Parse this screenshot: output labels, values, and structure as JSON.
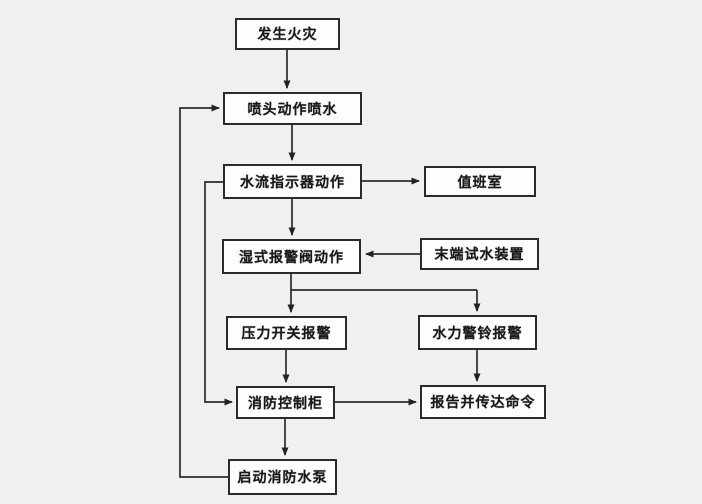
{
  "diagram": {
    "type": "flowchart",
    "language": "zh-CN",
    "topic": "wet-pipe sprinkler fire system action sequence"
  },
  "nodes": {
    "fire": {
      "label": "发生火灾"
    },
    "sprinkler": {
      "label": "喷头动作喷水"
    },
    "flow_indicator": {
      "label": "水流指示器动作"
    },
    "duty_room": {
      "label": "值班室"
    },
    "wet_valve": {
      "label": "湿式报警阀动作"
    },
    "end_test": {
      "label": "末端试水装置"
    },
    "pressure_switch": {
      "label": "压力开关报警"
    },
    "hydraulic_bell": {
      "label": "水力警铃报警"
    },
    "control_cabinet": {
      "label": "消防控制柜"
    },
    "report": {
      "label": "报告并传达命令"
    },
    "start_pump": {
      "label": "启动消防水泵"
    }
  },
  "edges": [
    {
      "from": "fire",
      "to": "sprinkler"
    },
    {
      "from": "sprinkler",
      "to": "flow_indicator"
    },
    {
      "from": "flow_indicator",
      "to": "duty_room"
    },
    {
      "from": "flow_indicator",
      "to": "wet_valve"
    },
    {
      "from": "end_test",
      "to": "wet_valve"
    },
    {
      "from": "wet_valve",
      "to": "pressure_switch"
    },
    {
      "from": "wet_valve",
      "to": "hydraulic_bell"
    },
    {
      "from": "pressure_switch",
      "to": "control_cabinet"
    },
    {
      "from": "hydraulic_bell",
      "to": "report"
    },
    {
      "from": "control_cabinet",
      "to": "report"
    },
    {
      "from": "control_cabinet",
      "to": "start_pump"
    },
    {
      "from": "start_pump",
      "to": "sprinkler"
    },
    {
      "from": "flow_indicator",
      "to": "control_cabinet"
    }
  ],
  "colors": {
    "background": "#f1f0ee",
    "box_fill": "#fdfdfc",
    "box_border": "#2b2b2b",
    "line": "#2b2b2b",
    "text": "#171717"
  }
}
